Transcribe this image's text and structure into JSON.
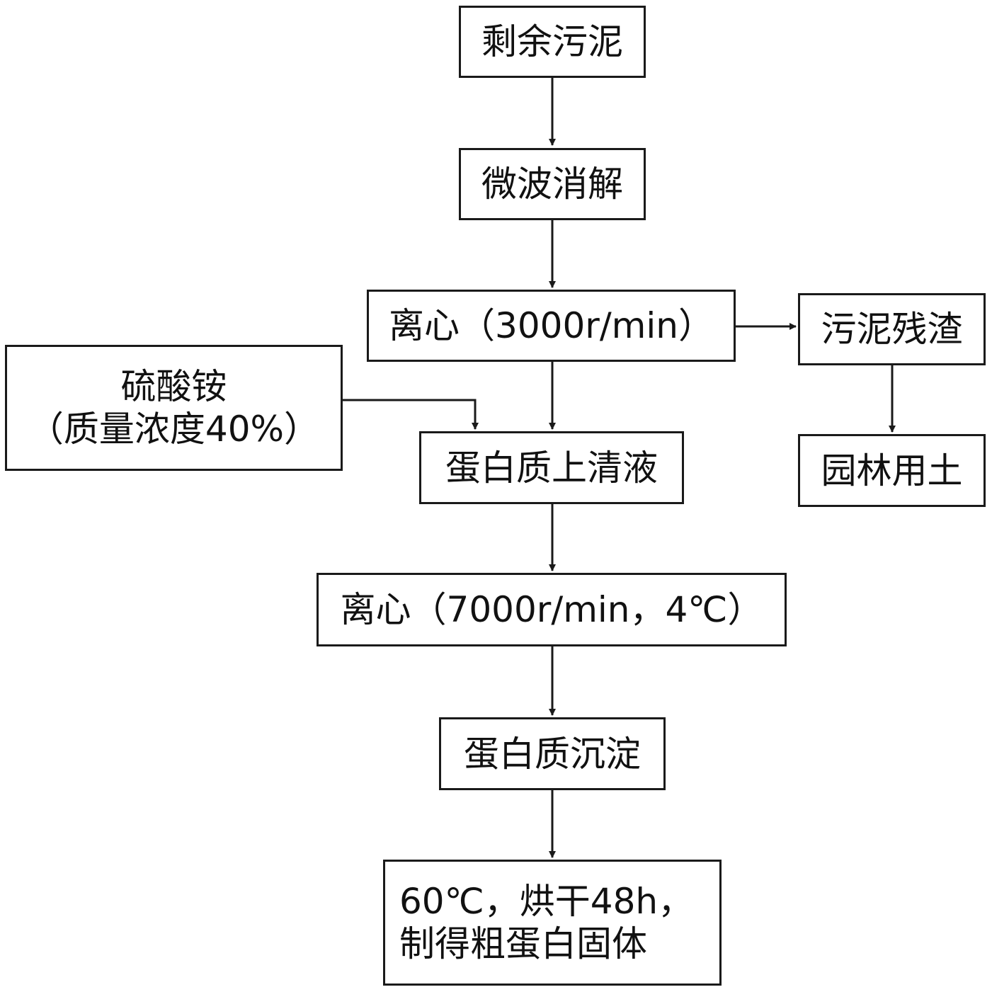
{
  "nodes": {
    "excess_sludge": "剩余污泥",
    "microwave_digestion": "微波消解",
    "centrifuge_1": "离心（3000r/min）",
    "sludge_residue": "污泥残渣",
    "garden_soil": "园林用土",
    "ammonium_sulfate_name": "硫酸铵",
    "ammonium_sulfate_conc": "（质量浓度40%）",
    "protein_supernatant": "蛋白质上清液",
    "centrifuge_2": "离心（7000r/min，4℃）",
    "protein_precipitate": "蛋白质沉淀",
    "final_line1": "60℃，烘干48h，",
    "final_line2": "制得粗蛋白固体"
  }
}
